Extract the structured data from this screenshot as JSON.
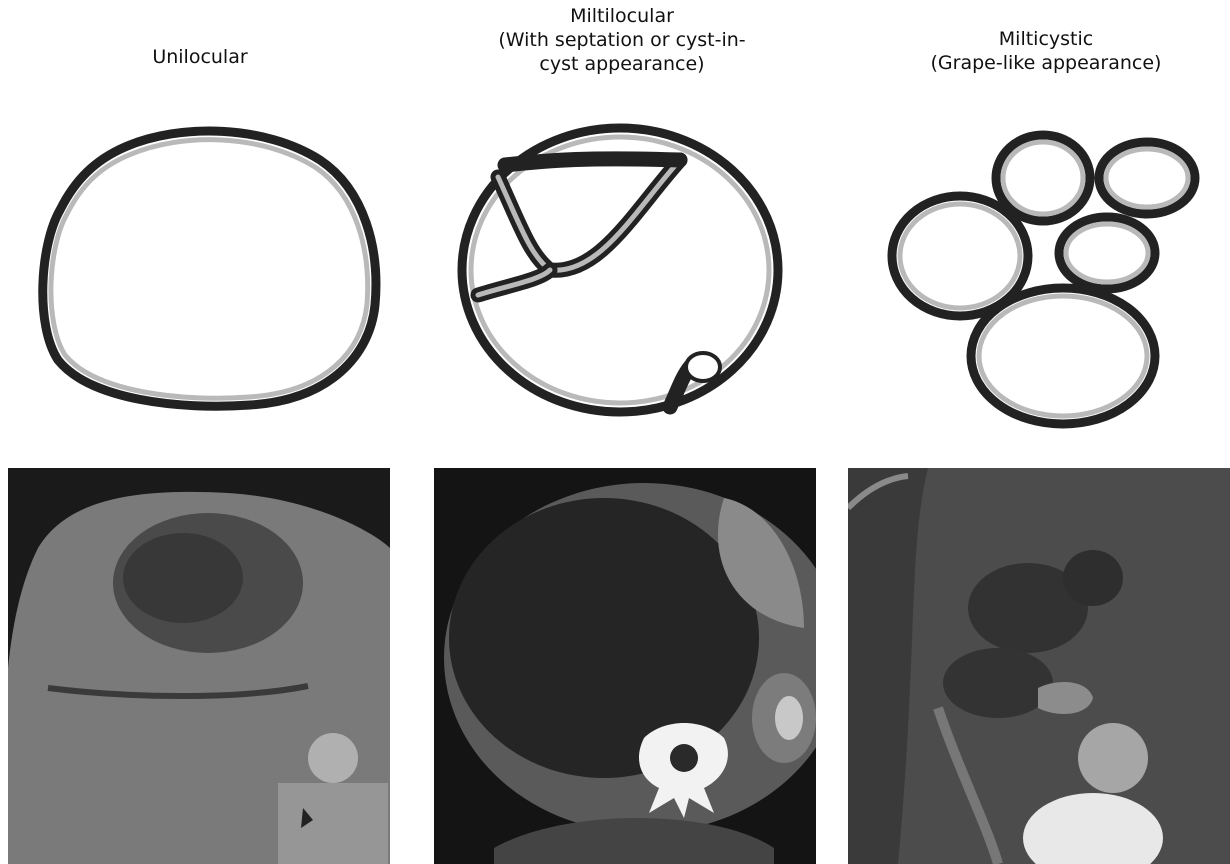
{
  "columns": [
    {
      "title_lines": [
        "Unilocular"
      ]
    },
    {
      "title_lines": [
        "Miltilocular",
        "(With septation or cyst-in-",
        "cyst appearance)"
      ]
    },
    {
      "title_lines": [
        "Milticystic",
        "(Grape-like appearance)"
      ]
    }
  ],
  "colors": {
    "outline": "#222222",
    "wall": "#b9b9b9",
    "ct_background": "#1a1a1a"
  }
}
